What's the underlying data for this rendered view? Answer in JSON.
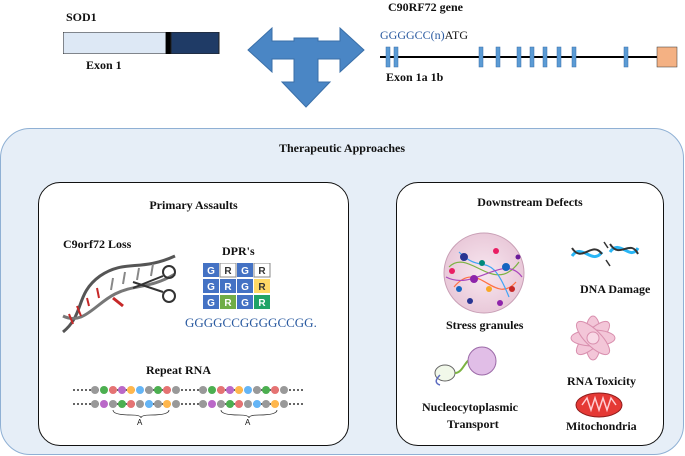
{
  "sod1": {
    "title": "SOD1",
    "exon_label": "Exon 1"
  },
  "c9": {
    "title": "C90RF72 gene",
    "repeat_label": "GGGGCC(n)",
    "atg_label": "ATG",
    "exon_label": "Exon 1a 1b"
  },
  "therapeutic": {
    "title": "Therapeutic Approaches"
  },
  "primary": {
    "title": "Primary Assaults",
    "loss_label": "C9orf72 Loss",
    "dpr_title": "DPR's",
    "dpr_grid": [
      [
        "G",
        "R",
        "G",
        "R"
      ],
      [
        "G",
        "R",
        "G",
        "R"
      ],
      [
        "G",
        "R",
        "G",
        "R"
      ]
    ],
    "sequence": "GGGGCCGGGGCCGG.",
    "repeat_rna_label": "Repeat RNA",
    "rna_a_labels": [
      "A",
      "A"
    ]
  },
  "downstream": {
    "title": "Downstream Defects",
    "stress": "Stress granules",
    "dna": "DNA Damage",
    "nucleo_1": "Nucleocytoplasmic",
    "nucleo_2": "Transport",
    "rna_tox": "RNA Toxicity",
    "mito": "Mitochondria"
  },
  "colors": {
    "arrow_blue": "#4a86c5",
    "panel_bg": "#e6eef7",
    "panel_border": "#8fb0d4",
    "sod1_light": "#dde8f5",
    "sod1_dark": "#1f3b66",
    "exon_blue": "#5b9bd5",
    "exon_orange": "#f4b183",
    "seq_blue": "#2a5aa0"
  }
}
